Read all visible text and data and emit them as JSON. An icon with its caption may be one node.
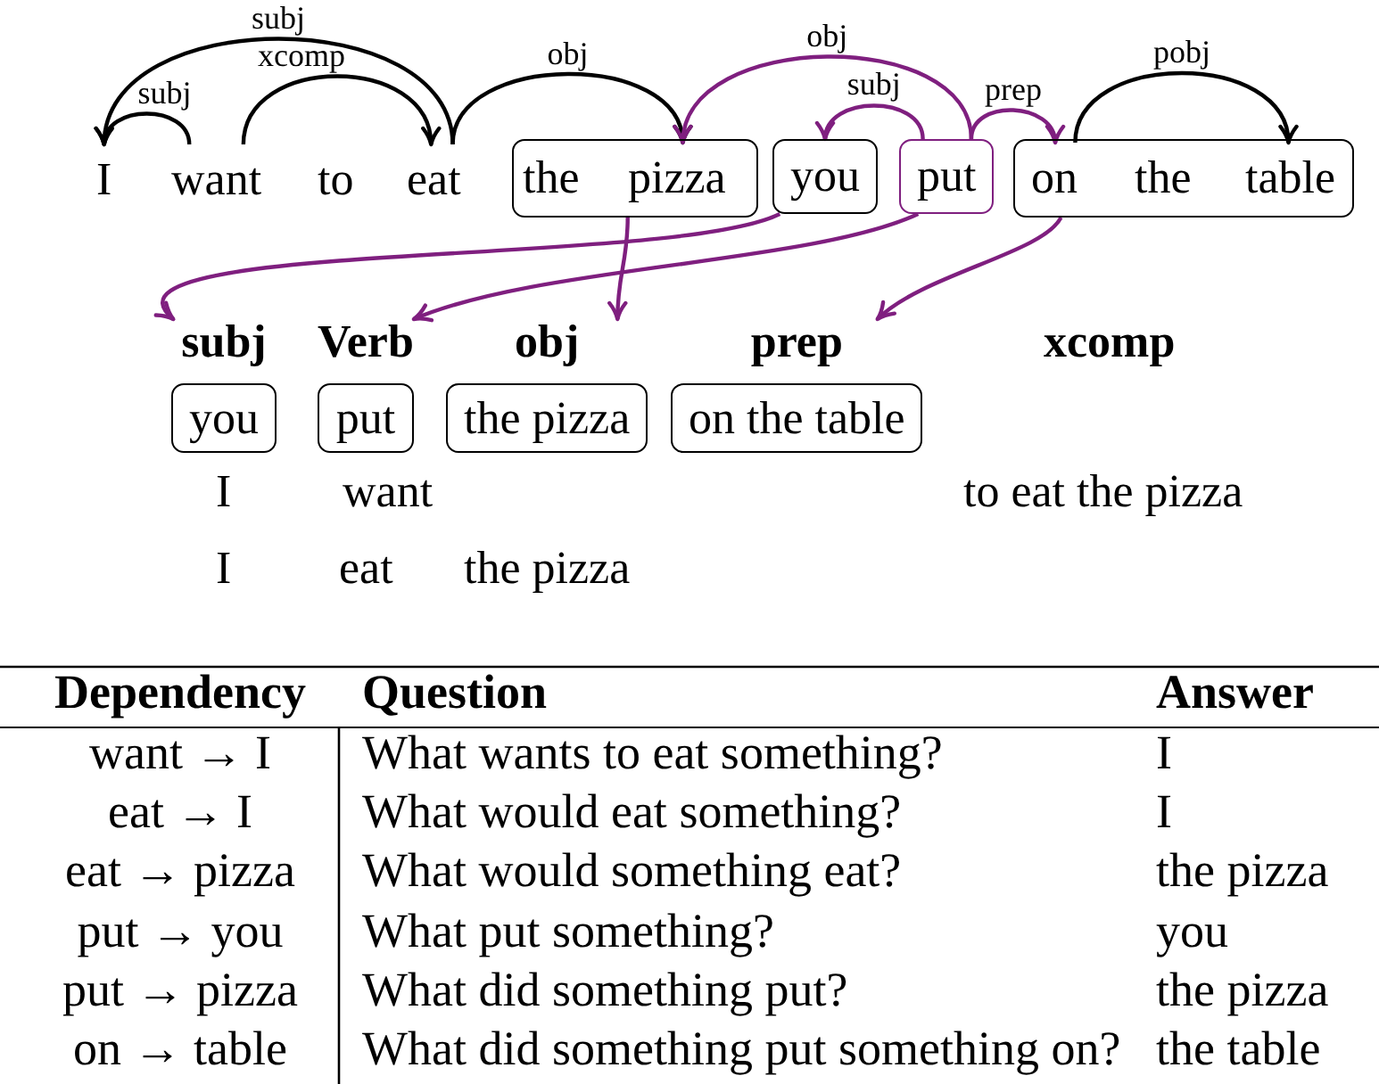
{
  "diagram": {
    "nodes": [
      {
        "text": [
          "I"
        ]
      },
      {
        "text": [
          "want"
        ]
      },
      {
        "text": [
          "eat"
        ]
      },
      {
        "text": [],
        "shape": "box"
      },
      {
        "text": [
          "pizza"
        ],
        "in": 3
      },
      {
        "text": [
          "you"
        ]
      },
      {
        "text": [
          "put"
        ]
      },
      {
        "text": [],
        "shape": "box"
      },
      {
        "text": [
          "on"
        ],
        "in": 7
      },
      {
        "text": [
          "table"
        ],
        "in": 7
      },
      {
        "text": [
          "subj",
          "you"
        ]
      },
      {
        "text": [
          "Verb",
          "put"
        ]
      },
      {
        "text": [
          "obj",
          "the pizza"
        ]
      },
      {
        "text": [
          "prep",
          "on the table"
        ]
      }
    ],
    "edges": [
      {
        "from": 1,
        "to": 0,
        "arrow": "to",
        "label": "subj",
        "color": "#000000"
      },
      {
        "from": 2,
        "to": 0,
        "arrow": "to",
        "label": "subj",
        "color": "#000000"
      },
      {
        "from": 1,
        "to": 2,
        "arrow": "to",
        "label": "xcomp",
        "color": "#000000"
      },
      {
        "from": 2,
        "to": 4,
        "arrow": "to",
        "label": "obj",
        "color": "#000000"
      },
      {
        "from": 6,
        "to": 4,
        "arrow": "to",
        "label": "obj"
      },
      {
        "from": 6,
        "to": 5,
        "arrow": "to",
        "label": "subj"
      },
      {
        "from": 6,
        "to": 8,
        "arrow": "to",
        "label": "prep"
      },
      {
        "from": 8,
        "to": 9,
        "arrow": "to",
        "label": "pobj",
        "color": "#000000"
      },
      {
        "from": 5,
        "to": 10,
        "arrow": "to"
      },
      {
        "from": 6,
        "to": 11,
        "arrow": "to"
      },
      {
        "from": 3,
        "to": 12,
        "arrow": "to"
      },
      {
        "from": 7,
        "to": 13,
        "arrow": "to"
      }
    ],
    "labels": [
      "to",
      "the",
      "the",
      "xcomp",
      "I",
      "want",
      "to eat the pizza",
      "I",
      "eat",
      "the pizza",
      "Dependency",
      "Question",
      "Answer",
      "want → I",
      "What wants to eat something?",
      "I",
      "eat → I",
      "What would eat something?",
      "I",
      "eat → pizza",
      "What would something eat?",
      "the pizza",
      "put → you",
      "What put something?",
      "you",
      "put → pizza",
      "What did something put?",
      "the pizza",
      "on → table",
      "What did something put something on?",
      "the table"
    ]
  }
}
